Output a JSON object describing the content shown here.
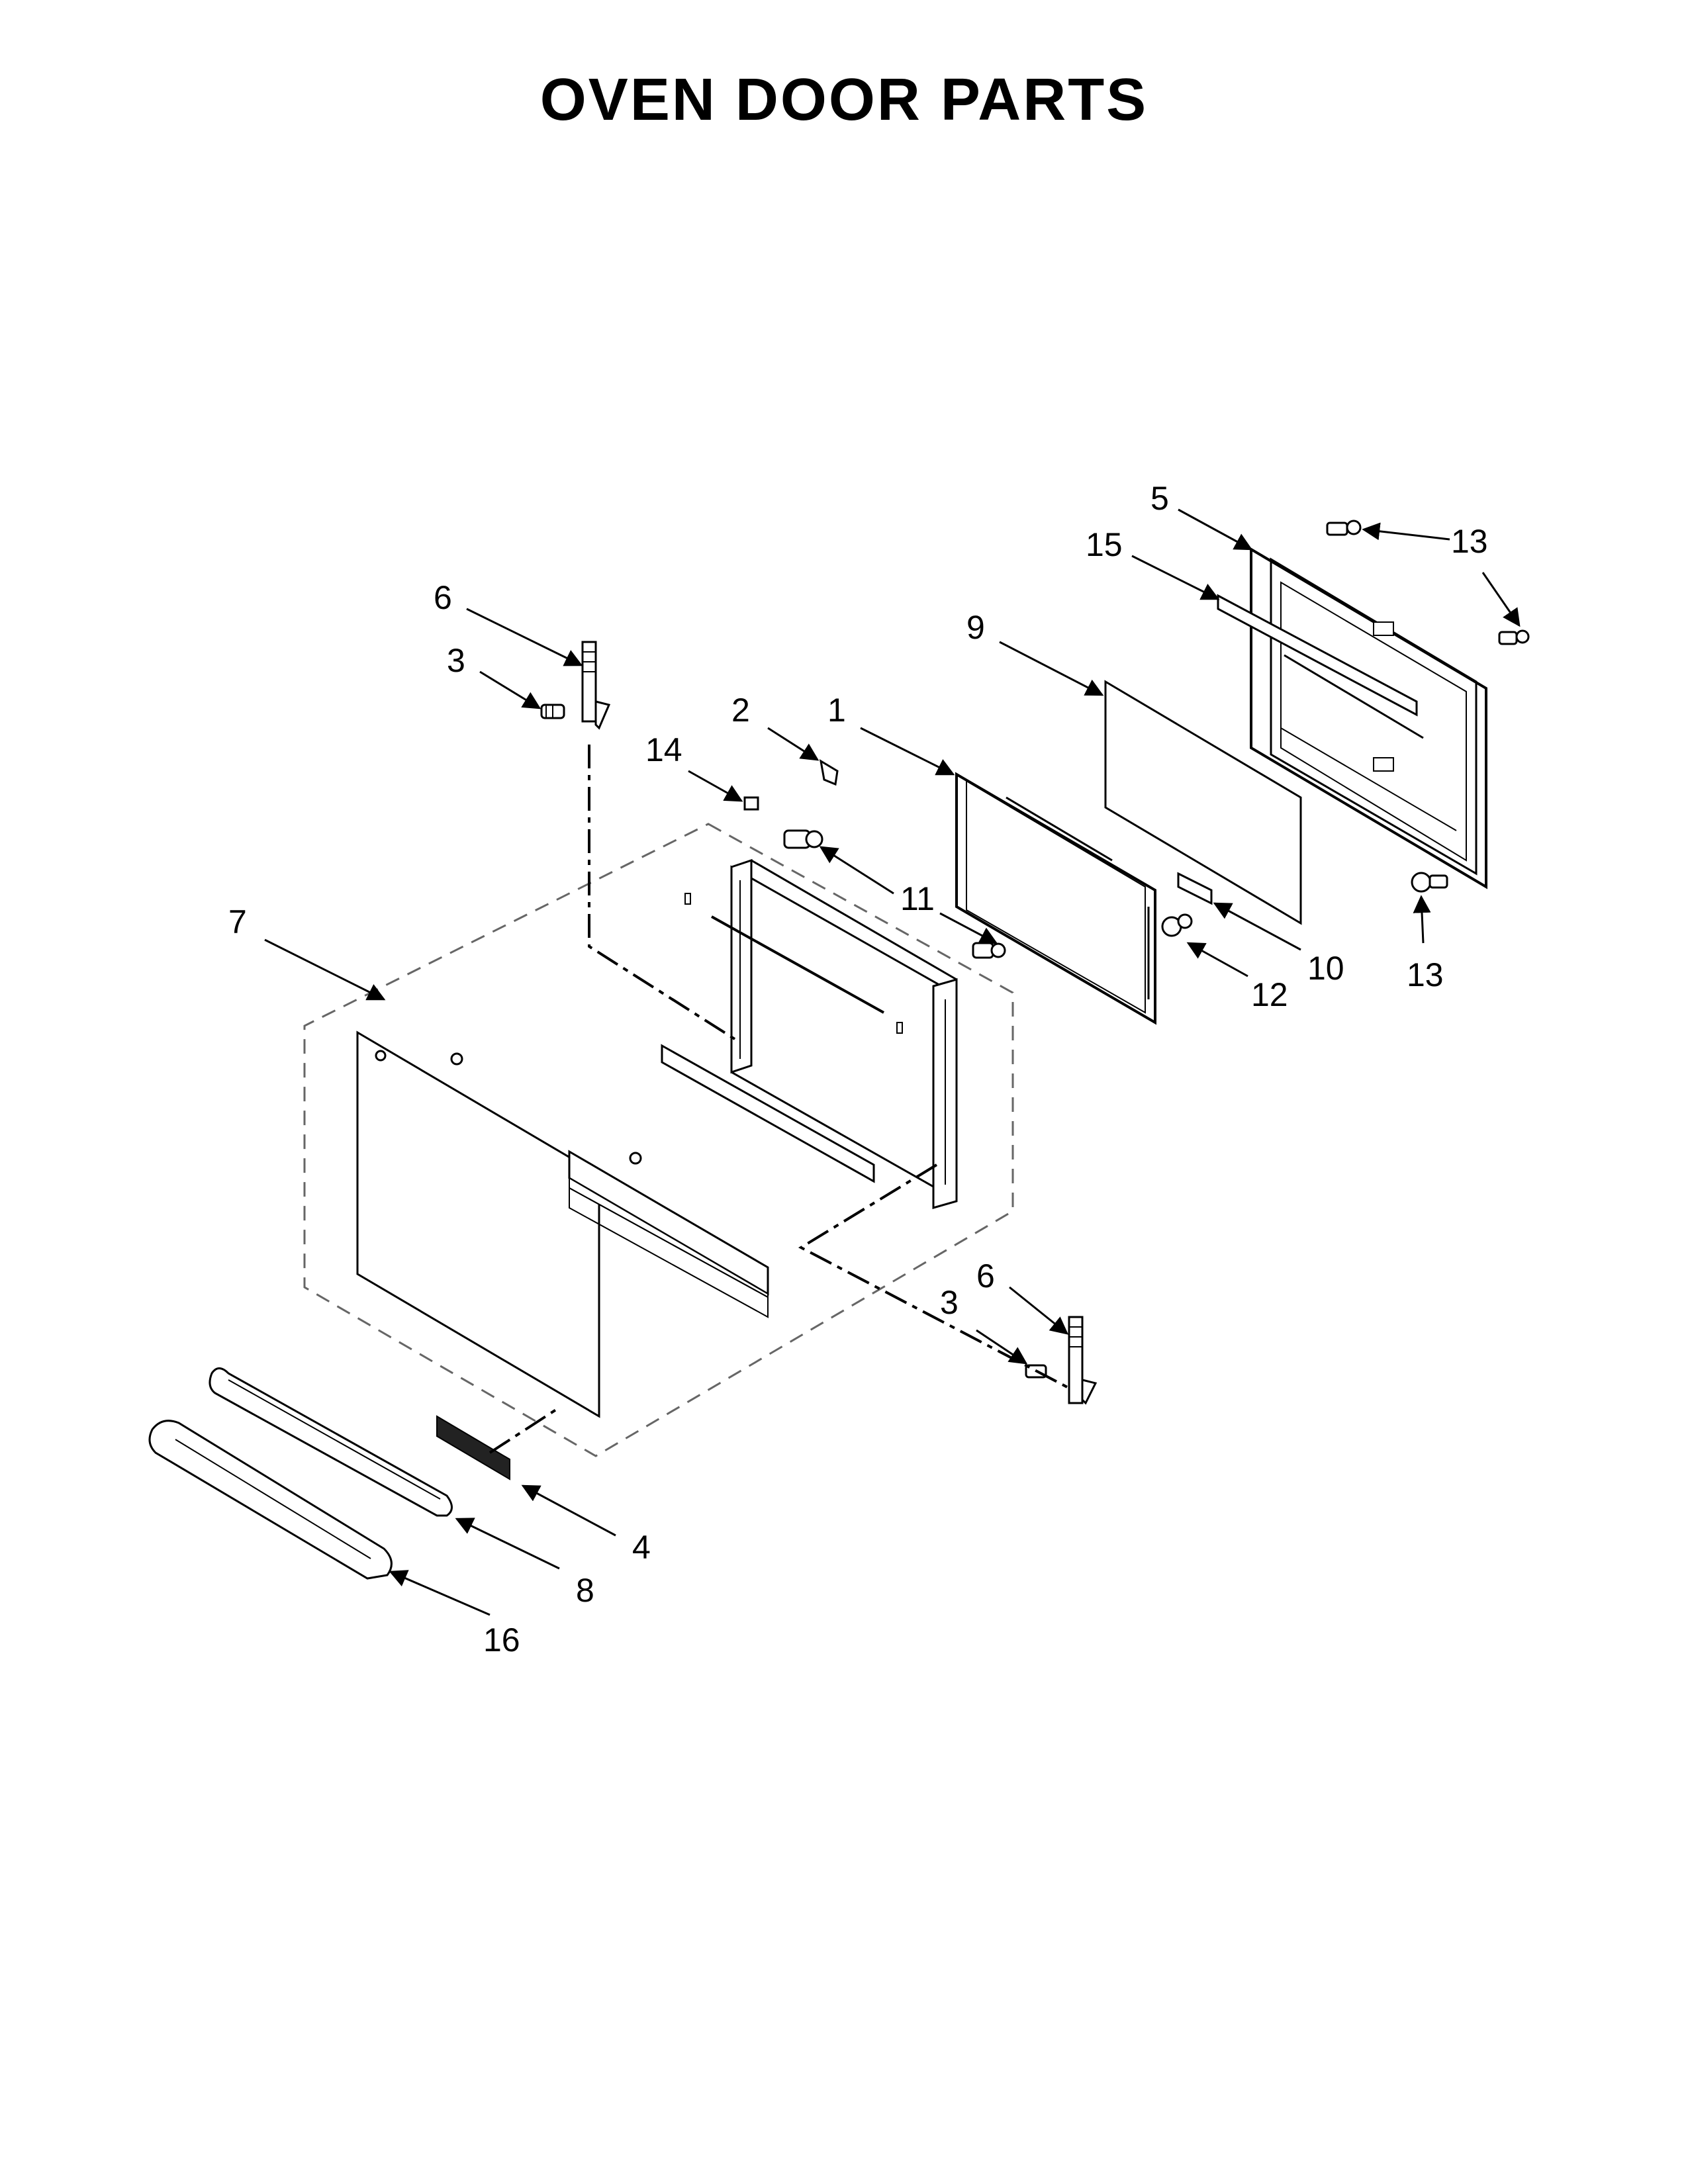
{
  "title": "OVEN DOOR PARTS",
  "callouts": [
    "5",
    "13",
    "15",
    "9",
    "13",
    "6",
    "3",
    "2",
    "1",
    "14",
    "11",
    "7",
    "10",
    "12",
    "13",
    "6",
    "3",
    "4",
    "8",
    "16"
  ]
}
